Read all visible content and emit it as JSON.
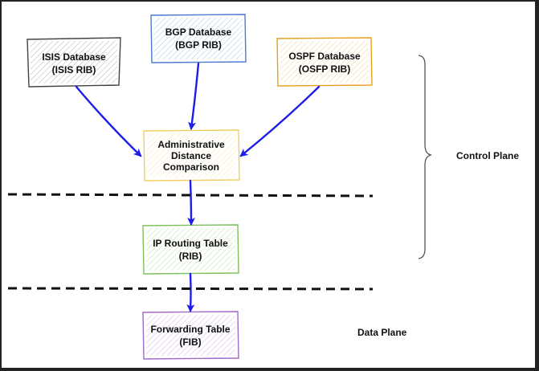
{
  "nodes": {
    "isis": {
      "lines": [
        "ISIS Database",
        "(ISIS RIB)"
      ],
      "color": "#444444",
      "hatch": "#9a9a9a"
    },
    "bgp": {
      "lines": [
        "BGP Database",
        "(BGP RIB)"
      ],
      "color": "#4a7bd0",
      "hatch": "#8fb0e8"
    },
    "ospf": {
      "lines": [
        "OSPF Database",
        "(OSFP RIB)"
      ],
      "color": "#e8a020",
      "hatch": "#f3c470"
    },
    "admin": {
      "lines": [
        "Administrative",
        "Distance",
        "Comparison"
      ],
      "color": "#f0cf60",
      "hatch": "#f6de95"
    },
    "iprt": {
      "lines": [
        "IP Routing Table",
        "(RIB)"
      ],
      "color": "#7cc05a",
      "hatch": "#a9d98f"
    },
    "fib": {
      "lines": [
        "Forwarding Table",
        "(FIB)"
      ],
      "color": "#a06ac8",
      "hatch": "#c7a2e0"
    }
  },
  "labels": {
    "control_plane": "Control Plane",
    "data_plane": "Data Plane"
  },
  "colors": {
    "arrow": "#1e1ee8",
    "divider": "#111111",
    "brace": "#555555"
  }
}
